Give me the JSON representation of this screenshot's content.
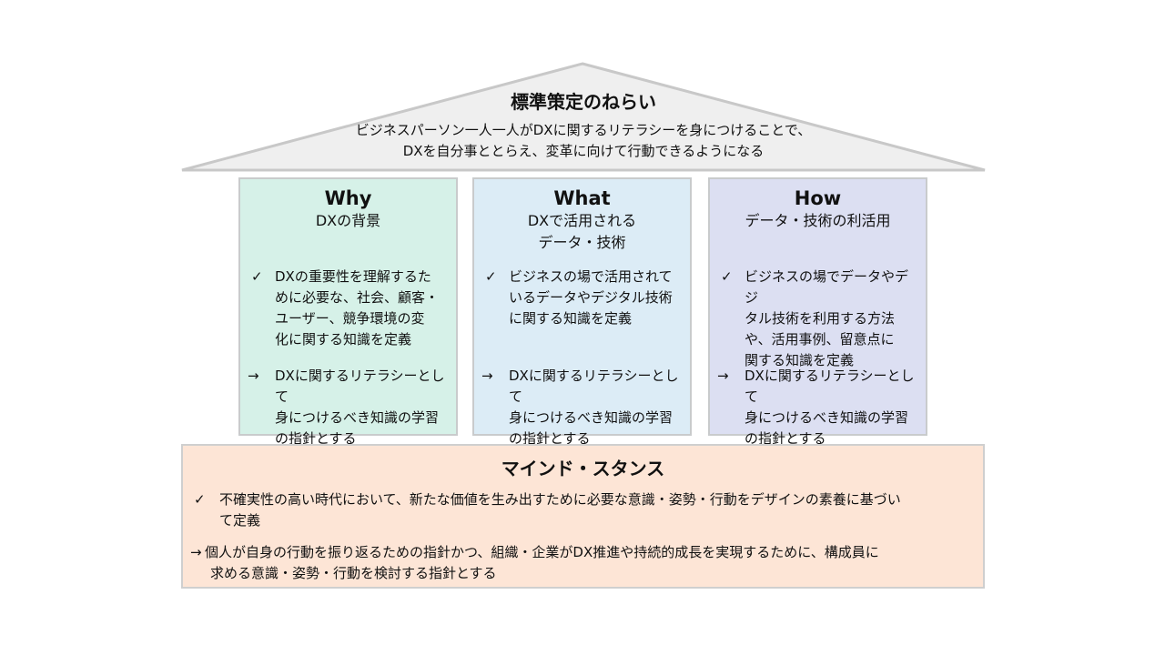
{
  "roof": {
    "title": "標準策定のねらい",
    "lines": [
      "ビジネスパーソン一人一人がDXに関するリテラシーを身につけることで、",
      "DXを自分事ととらえ、変革に向けて行動できるようになる"
    ]
  },
  "columns": [
    {
      "title": "Why",
      "subtitle": [
        "DXの背景"
      ],
      "check": "✓",
      "check_lines": [
        "DXの重要性を理解するた",
        "めに必要な、社会、顧客・",
        "ユーザー、競争環境の変",
        "化に関する知識を定義"
      ],
      "arrow": "→",
      "arrow_lines": [
        "DXに関するリテラシーとして",
        "身につけるべき知識の学習",
        "の指針とする"
      ],
      "color": "#d6f1e8"
    },
    {
      "title": "What",
      "subtitle": [
        "DXで活用される",
        "データ・技術"
      ],
      "check": "✓",
      "check_lines": [
        "ビジネスの場で活用されて",
        "いるデータやデジタル技術",
        "に関する知識を定義"
      ],
      "arrow": "→",
      "arrow_lines": [
        "DXに関するリテラシーとして",
        "身につけるべき知識の学習",
        "の指針とする"
      ],
      "color": "#dcecf6"
    },
    {
      "title": "How",
      "subtitle": [
        "データ・技術の利活用"
      ],
      "check": "✓",
      "check_lines": [
        "ビジネスの場でデータやデジ",
        "タル技術を利用する方法",
        "や、活用事例、留意点に",
        "関する知識を定義"
      ],
      "arrow": "→",
      "arrow_lines": [
        "DXに関するリテラシーとして",
        "身につけるべき知識の学習",
        "の指針とする"
      ],
      "color": "#dcdff2"
    }
  ],
  "bottom": {
    "title": "マインド・スタンス",
    "check": "✓",
    "check_lines": [
      "不確実性の高い時代において、新たな価値を生み出すために必要な意識・姿勢・行動をデザインの素養に基づい",
      "て定義"
    ],
    "arrow": "→",
    "arrow_lines": [
      "個人が自身の行動を振り返るための指針かつ、組織・企業がDX推進や持続的成長を実現するために、構成員に",
      "求める意識・姿勢・行動を検討する指針とする"
    ]
  }
}
